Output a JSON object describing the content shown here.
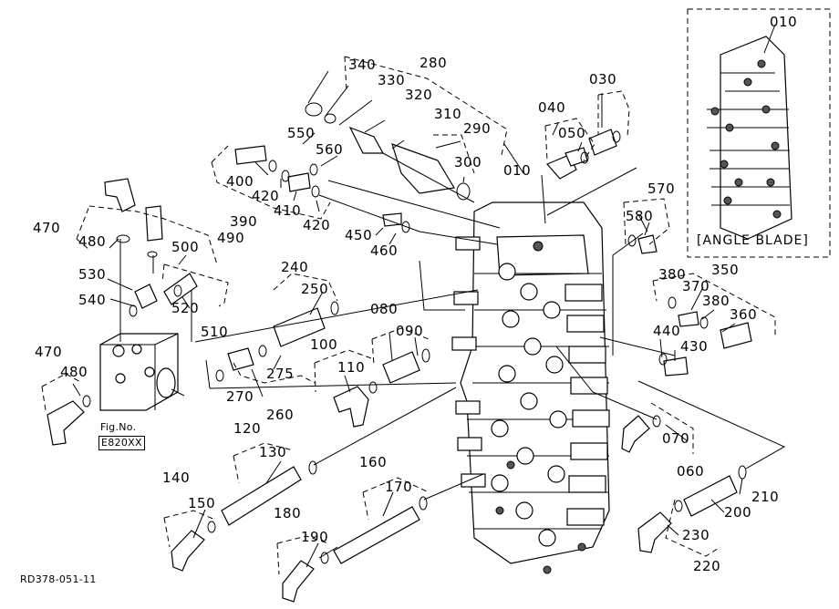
{
  "labels": {
    "p010a": "010",
    "p010b": "010",
    "p020": "",
    "p030": "030",
    "p040": "040",
    "p050": "050",
    "p060": "060",
    "p070": "070",
    "p080": "080",
    "p090": "090",
    "p100": "100",
    "p110": "110",
    "p120": "120",
    "p130": "130",
    "p140": "140",
    "p150": "150",
    "p160": "160",
    "p170": "170",
    "p180": "180",
    "p190": "190",
    "p200": "200",
    "p210": "210",
    "p220": "220",
    "p230": "230",
    "p240": "240",
    "p250": "250",
    "p260": "260",
    "p270": "270",
    "p275": "275",
    "p280": "280",
    "p290": "290",
    "p300": "300",
    "p310": "310",
    "p320": "320",
    "p330": "330",
    "p340": "340",
    "p350": "350",
    "p360": "360",
    "p370": "370",
    "p380a": "380",
    "p380b": "380",
    "p390": "390",
    "p400": "400",
    "p410": "410",
    "p420a": "420",
    "p420b": "420",
    "p430": "430",
    "p440": "440",
    "p450": "450",
    "p460": "460",
    "p470a": "470",
    "p470b": "470",
    "p480a": "480",
    "p480b": "480",
    "p490": "490",
    "p500": "500",
    "p510": "510",
    "p520": "520",
    "p530": "530",
    "p540": "540",
    "p550": "550",
    "p560": "560",
    "p570": "570",
    "p580": "580"
  },
  "figref": {
    "line1": "Fig.No.",
    "line2": "E820XX"
  },
  "inset": {
    "caption": "[ANGLE BLADE]"
  },
  "drawing_id": "RD378-051-11"
}
